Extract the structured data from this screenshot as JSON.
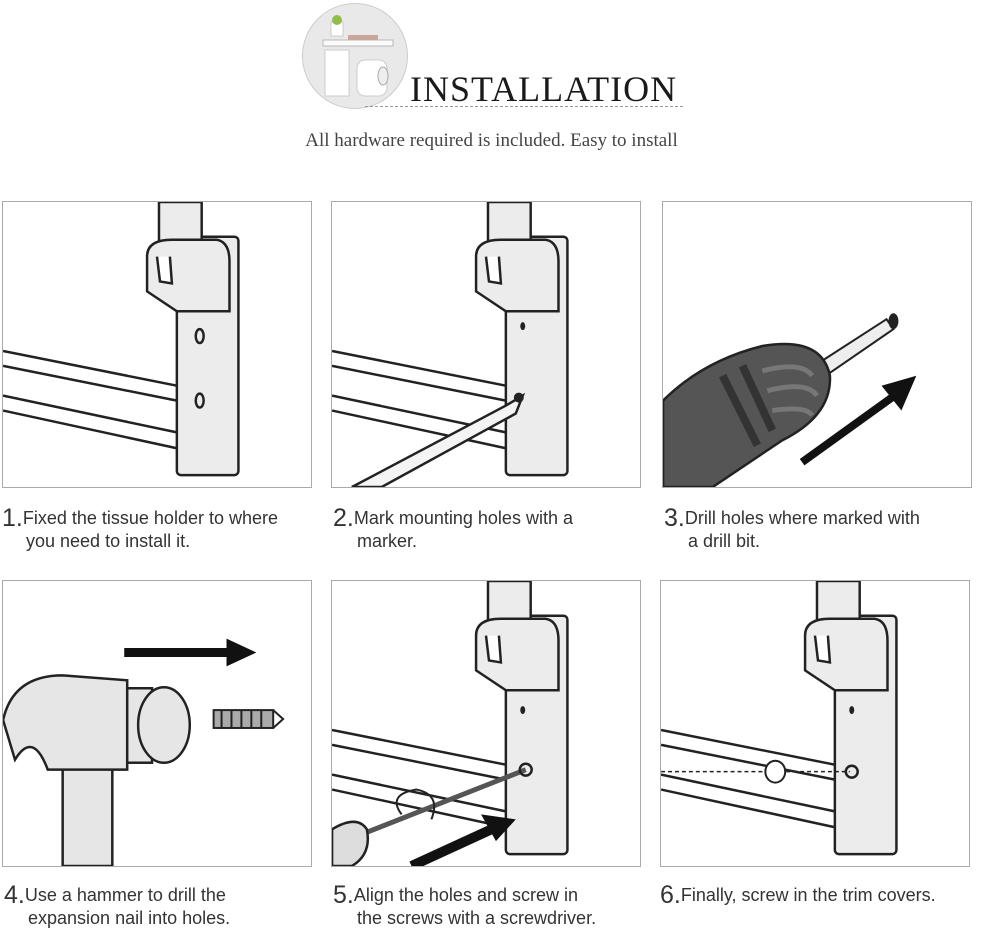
{
  "header": {
    "title": "INSTALLATION",
    "subtitle": "All hardware required is included. Easy to install"
  },
  "steps": [
    {
      "num": "1.",
      "line1": "Fixed the tissue holder to where",
      "line2": "you need to install it."
    },
    {
      "num": "2.",
      "line1": "Mark mounting holes with a",
      "line2": "marker."
    },
    {
      "num": "3.",
      "line1": "Drill holes where marked with",
      "line2": "a drill bit."
    },
    {
      "num": "4.",
      "line1": "Use a hammer to drill the",
      "line2": "expansion nail into holes."
    },
    {
      "num": "5.",
      "line1": "Align the holes and screw in",
      "line2": "the screws with a screwdriver."
    },
    {
      "num": "6.",
      "line1": "Finally, screw in the trim covers.",
      "line2": ""
    }
  ]
}
